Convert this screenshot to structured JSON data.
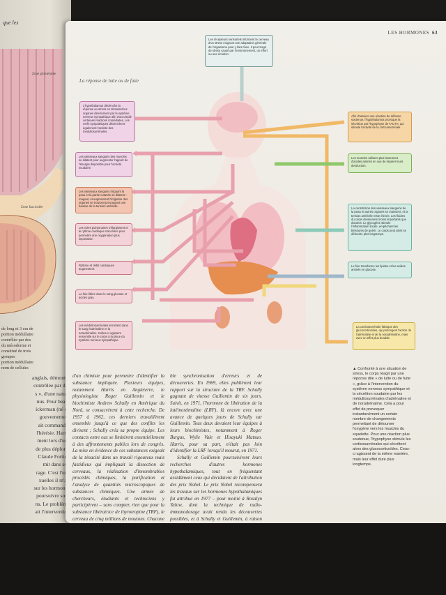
{
  "left_page": {
    "header": "que les",
    "labels": {
      "zone_glomerulee": "Zone glomérulée",
      "zone_fasciculee": "Zone fasciculée"
    },
    "caption_lines": [
      "de long et 3 cm de",
      "portion médullaire",
      "contrôlée par des",
      "du mésoderme et",
      "constitué de trois",
      "groupes",
      "portion médullaire",
      "nom de cellules"
    ],
    "text_lines": [
      "anglais, démontra",
      "contrôlée par des",
      "s », d'une nature",
      "nus. Pour beau-",
      "ickerman (né en",
      "gouvernement",
      "ait commander",
      "l'hérésie. Harris",
      "ment lors d'une",
      "de plus déplora-",
      "Claude Fortier,",
      "mit dans son",
      "rage. C'est l'une",
      "xuelles il m'ait",
      "sur les hormones",
      "poursuivre sous",
      "ns. Le problème",
      "ait l'intervention"
    ]
  },
  "header": {
    "title": "LES HORMONES",
    "page_number": "63"
  },
  "figure": {
    "title": "La réponse de lutte ou de fuite",
    "top_box": "Les récepteurs sensoriels informent le cerveau d'un stress exigeant une adaptation générale de l'organisme pour y faire face. Il peut s'agir de stress causé par l'environnement, un effort ou une émotion.",
    "left_boxes": [
      "L'hypothalamus déclenche la réponse au stress en stimulant les organes directement par le système nerveux sympathique afin d'accomplir certaines réactions immédiates. Les nerfs sympathiques déclenchent également l'activité des médullosurrénales.",
      "Les vaisseaux sanguins des muscles se dilatent pour augmenter l'apport de l'énergie disponible pour l'activité soudaine.",
      "Les vaisseaux sanguins irriguant la peau et la partie cutanée se dilatent : rougeur, et augmentent l'irrigation des organes se trouvant provoquant une hausse de la tension artérielle.",
      "Les voies pulmonaires s'élargissent et le rythme cardiaque s'accélère pour permettre une oxygénation plus importante.",
      "Rythme et débit cardiaques augmentent.",
      "Le foie libère dans le sang glucose et acides gras.",
      "Les médullosurrénales sécrètent dans le sang l'adrénaline et la noradrénaline. Celles-ci agissent ensemble sur le corps à la place du système nerveux sympathique."
    ],
    "right_boxes": [
      "Afin d'assurer une réaction de défense soutenue, l'hypothalamus provoque la sécrétion par l'hypophyse de l'ACTH, qui stimule l'activité de la corticosurrénale.",
      "Les muscles utilisent plus lentement d'acides aminés en vue de réparer leurs destruction.",
      "La constriction des vaisseaux sanguins de la peau et autres organes se maintient, et la tension artérielle reste élevée. Les fluides du corps deviennent moins importants que d'autres. Le glycogène stimule l'inflammation locale, empêchant les blessures de guérir. Le corps peut alors se défendre plus longtemps.",
      "Le foie transforme les lipides et les acides aminés en glucose.",
      "La corticosurrénale fabrique des glucocorticoïdes, qui prolongent l'action de l'adrénaline et de la noradrénaline, mais avec un effet plus durable."
    ]
  },
  "body": {
    "col1": "d'un chimiste pour permettre d'identifier la substance impliquée. Plusieurs équipes, notamment Harris en Angleterre, le physiologiste Roger Guillemin et le biochimiste Andrew Schally en Amérique du Nord, se consacrèrent à cette recherche. De 1957 à 1962, ces derniers travaillèrent ensemble jusqu'à ce que des conflits les divisent ; Schally créa sa propre équipe. Les contacts entre eux se limitèrent essentiellement à des affrontements publics lors de congrès. La mise en évidence de ces substances exigeait de la ténacité dans un travail rigoureux mais fastidieux qui impliquait la dissection de cerveaux, la réalisation d'innombrables procédés chimiques, la purification et l'analyse de quantités microscopiques de substances chimiques. Une armée de chercheurs, étudiants et techniciens y participèrent – sans compter, rien que pour la substance libératrice de thyrotropine (TRF), le cerveau de cinq millions de moutons. Chacune de son côté, les deux équipes travaillaient en une remarqua-",
    "col2_p1": "ble synchronisation d'erreurs et de découvertes. En 1969, elles publièrent leur rapport sur la structure de la TRF. Schally gagnant de vitesse Guillemin de six jours. Suivit, en 1971, l'hormone de libération de la lutéinostimuline (LRF), là encore avec une avance de quelques jours de Schally sur Guillemin. Tous deux devaient leur équipes à leurs biochimistes, notamment à Roger Burgus, Wylie Vale et Hisayuki Matsuo. Harris, pour sa part, n'était pas loin d'identifier la LRF lorsqu'il mourut, en 1971.",
    "col2_p2": "Schally et Guillemin poursuivirent leurs recherches d'autres hormones hypothalamiques, tout en fréquentant assidûment ceux qui décidaient de l'attribution des prix Nobel. Le prix Nobel récompensera les travaux sur les hormones hypothalamiques fut attribué en 1977 – pour moitié à Rosalyn Yalow, dont la technique de radio-immunodosage avait rendu les découvertes possibles, et à Schally et Guillemin, à raison d'un quart chacun."
  },
  "caption": "▲ Confronté à une situation de stress, le corps réagit par une réponse dite « de lutte ou de fuite », grâce à l'intervention du système nerveux sympathique et la sécrétion soudaine par les médullosurrénales d'adrénaline et de noradrénaline. Cela a pour effet de provoquer instantanément un certain nombre de changements permettant de détourner l'oxygène vers les muscles du squelette. Pour une réaction plus soutenue, l'hypophyse stimule les corticosurrénales qui sécrètent alors des glucocorticoïdes. Ceux-ci agissent de la même manière, mais leur effet dure plus longtemps.",
  "colors": {
    "pink_path": "#e8a0ad",
    "orange_path": "#f1b866",
    "green_path": "#8fc86a",
    "teal_path": "#8cc9b8",
    "yellow_path": "#f0d77a"
  }
}
